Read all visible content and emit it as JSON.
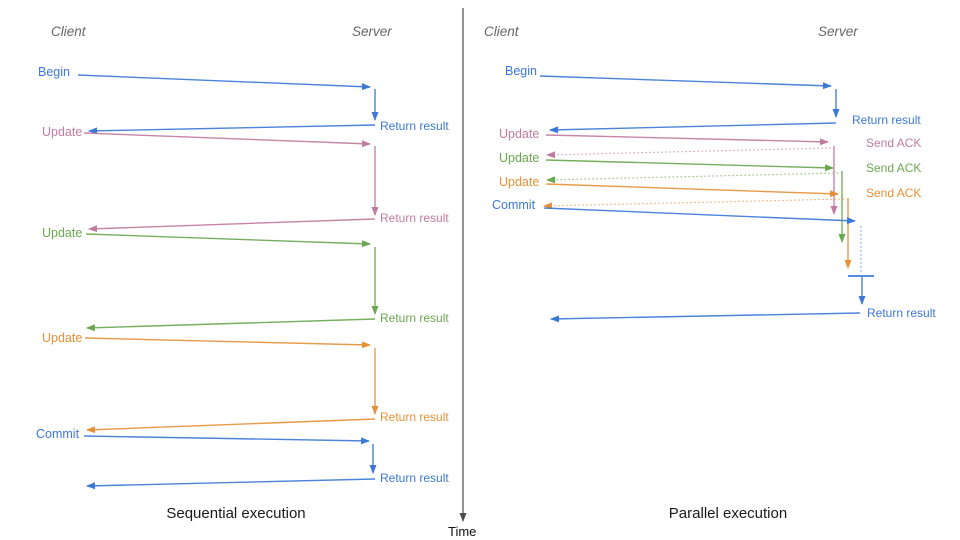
{
  "colors": {
    "blue": "#3c78d8",
    "pink": "#c27ba0",
    "green": "#6aa84f",
    "orange": "#e69138",
    "axis_gray": "#4d4d4d",
    "lifeline_text_gray": "#666666",
    "title_text": "#1a1a1a"
  },
  "time_axis": {
    "label": "Time"
  },
  "sequential": {
    "title": "Sequential execution",
    "client": "Client",
    "server": "Server",
    "messages": [
      {
        "request": "Begin",
        "response": "Return result",
        "color": "blue"
      },
      {
        "request": "Update",
        "response": "Return result",
        "color": "pink"
      },
      {
        "request": "Update",
        "response": "Return result",
        "color": "green"
      },
      {
        "request": "Update",
        "response": "Return result",
        "color": "orange"
      },
      {
        "request": "Commit",
        "response": "Return result",
        "color": "blue"
      }
    ]
  },
  "parallel": {
    "title": "Parallel execution",
    "client": "Client",
    "server": "Server",
    "messages": [
      {
        "request": "Begin",
        "response": "Return result",
        "color": "blue"
      },
      {
        "request": "Update",
        "response": "Send ACK",
        "color": "pink"
      },
      {
        "request": "Update",
        "response": "Send ACK",
        "color": "green"
      },
      {
        "request": "Update",
        "response": "Send ACK",
        "color": "orange"
      },
      {
        "request": "Commit",
        "response": "Return result",
        "color": "blue"
      }
    ]
  }
}
